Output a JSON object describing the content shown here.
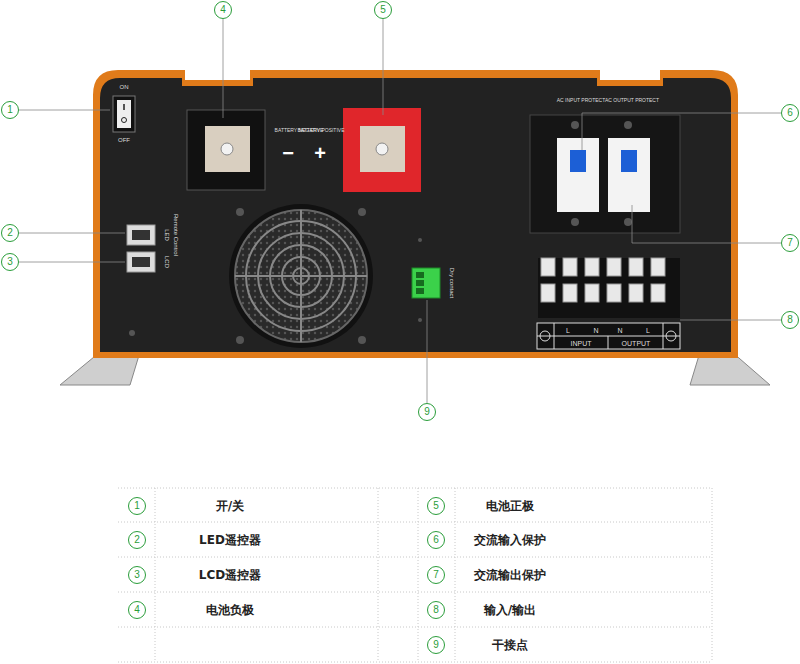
{
  "diagram": {
    "labels": [
      "1",
      "2",
      "3",
      "4",
      "5",
      "6",
      "7",
      "8",
      "9",
      "ON",
      "OFF",
      "BATTERY NEGATIVE",
      "BATTERY POSITIVE",
      "−",
      "+",
      "AC INPUT PROTECT",
      "AC OUTPUT PROTECT",
      "Remote Control",
      "LED",
      "LCD",
      "Dry contact",
      "L",
      "N",
      "N",
      "L",
      "INPUT",
      "OUTPUT",
      "1",
      "开/关",
      "2",
      "LED遥控器",
      "3",
      "LCD遥控器",
      "4",
      "电池负极",
      "5",
      "电池正极",
      "6",
      "交流输入保护",
      "7",
      "交流输出保护",
      "8",
      "输入/输出",
      "9",
      "干接点"
    ]
  }
}
